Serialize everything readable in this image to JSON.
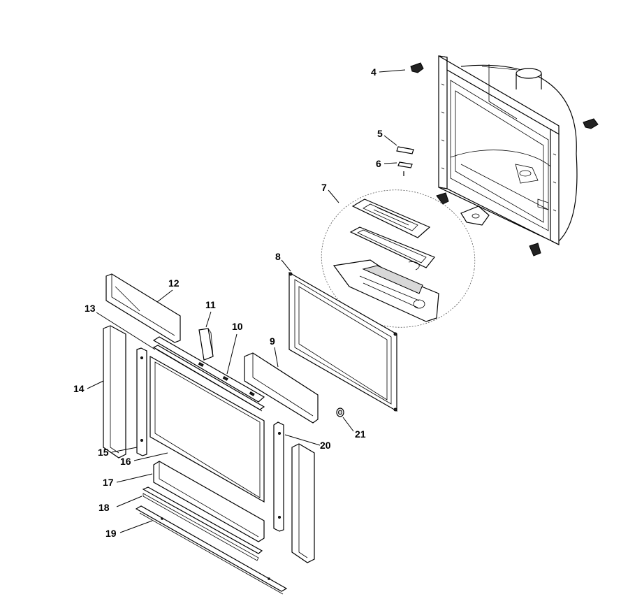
{
  "diagram": {
    "callouts": [
      {
        "id": "4",
        "label": "4"
      },
      {
        "id": "5",
        "label": "5"
      },
      {
        "id": "6",
        "label": "6"
      },
      {
        "id": "7",
        "label": "7"
      },
      {
        "id": "8",
        "label": "8"
      },
      {
        "id": "9",
        "label": "9"
      },
      {
        "id": "10",
        "label": "10"
      },
      {
        "id": "11",
        "label": "11"
      },
      {
        "id": "12",
        "label": "12"
      },
      {
        "id": "13",
        "label": "13"
      },
      {
        "id": "14",
        "label": "14"
      },
      {
        "id": "15",
        "label": "15"
      },
      {
        "id": "16",
        "label": "16"
      },
      {
        "id": "17",
        "label": "17"
      },
      {
        "id": "18",
        "label": "18"
      },
      {
        "id": "19",
        "label": "19"
      },
      {
        "id": "20",
        "label": "20"
      },
      {
        "id": "21",
        "label": "21"
      }
    ]
  }
}
